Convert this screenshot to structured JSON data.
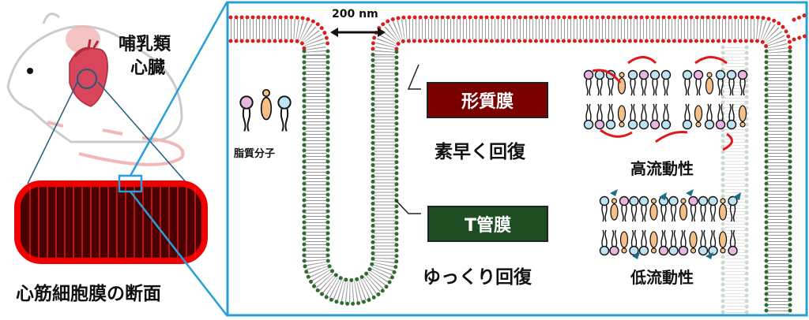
{
  "left": {
    "organ_label_line1": "哺乳類",
    "organ_label_line2": "心臓",
    "cell_label": "心筋細胞膜の断面"
  },
  "right": {
    "scale_label": "200 nm",
    "lipid_label": "脂質分子",
    "plasma_membrane": {
      "label": "形質膜",
      "recovery": "素早く回復",
      "fluidity": "高流動性",
      "color": "#7b0000"
    },
    "t_tubule": {
      "label": "T管膜",
      "recovery": "ゆっくり回復",
      "fluidity": "低流動性",
      "color": "#1e4d24"
    }
  },
  "colors": {
    "accent_blue": "#2a9fd6",
    "plasma_heads": "#d42020",
    "ttubule_heads": "#2f6b30",
    "cell_fill": "#4a0000",
    "cell_border": "#f00000"
  }
}
